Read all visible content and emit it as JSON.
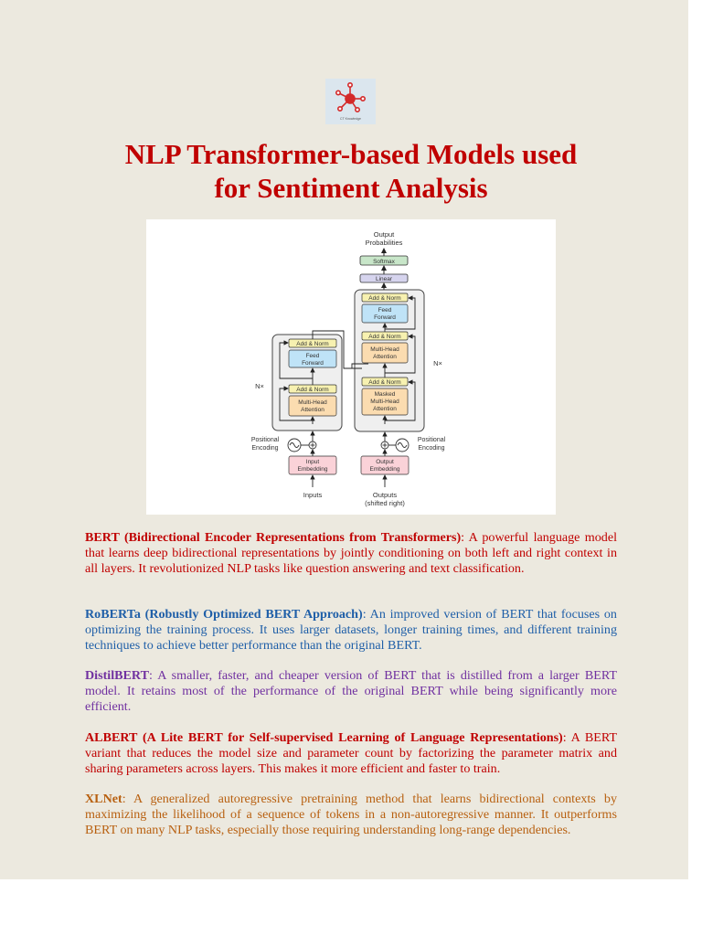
{
  "logo": {
    "text": "CT Knowledge"
  },
  "title": {
    "line1": "NLP Transformer-based Models used",
    "line2": "for Sentiment Analysis"
  },
  "diagram": {
    "output_probabilities": [
      "Output",
      "Probabilities"
    ],
    "softmax": "Softmax",
    "linear": "Linear",
    "add_norm": "Add & Norm",
    "feed_forward": [
      "Feed",
      "Forward"
    ],
    "multi_head_attention": [
      "Multi-Head",
      "Attention"
    ],
    "masked_multi_head_attention": [
      "Masked",
      "Multi-Head",
      "Attention"
    ],
    "nx": "N×",
    "positional_encoding": [
      "Positional",
      "Encoding"
    ],
    "input_embedding": [
      "Input",
      "Embedding"
    ],
    "output_embedding": [
      "Output",
      "Embedding"
    ],
    "inputs": "Inputs",
    "outputs": [
      "Outputs",
      "(shifted right)"
    ]
  },
  "sections": [
    {
      "heading": "BERT (Bidirectional Encoder Representations from Transformers)",
      "body": ": A powerful language model that learns deep bidirectional representations by jointly conditioning on both left and right context in all layers. It revolutionized NLP tasks like question answering and text classification.",
      "color": "#c00000"
    },
    {
      "heading": "RoBERTa (Robustly Optimized BERT Approach)",
      "body": ": An improved version of BERT that focuses on optimizing the training process. It uses larger datasets, longer training times, and different training techniques to achieve better performance than the original BERT.",
      "color": "#1f5fa8"
    },
    {
      "heading": "DistilBERT",
      "body": ": A smaller, faster, and cheaper version of BERT that is distilled from a larger BERT model. It retains most of the performance of the original BERT while being significantly more efficient.",
      "color": "#7030a0"
    },
    {
      "heading": "ALBERT (A Lite BERT for Self-supervised Learning of Language Representations)",
      "body": ": A BERT variant that reduces the model size and parameter count by factorizing the parameter matrix and sharing parameters across layers. This makes it more efficient and faster to train.",
      "color": "#c00000"
    },
    {
      "heading": "XLNet",
      "body": ": A generalized autoregressive pretraining method that learns bidirectional contexts by maximizing the likelihood of a sequence of tokens in a non-autoregressive manner. It outperforms BERT on many NLP tasks, especially those requiring understanding long-range dependencies.",
      "color": "#b86010"
    }
  ]
}
